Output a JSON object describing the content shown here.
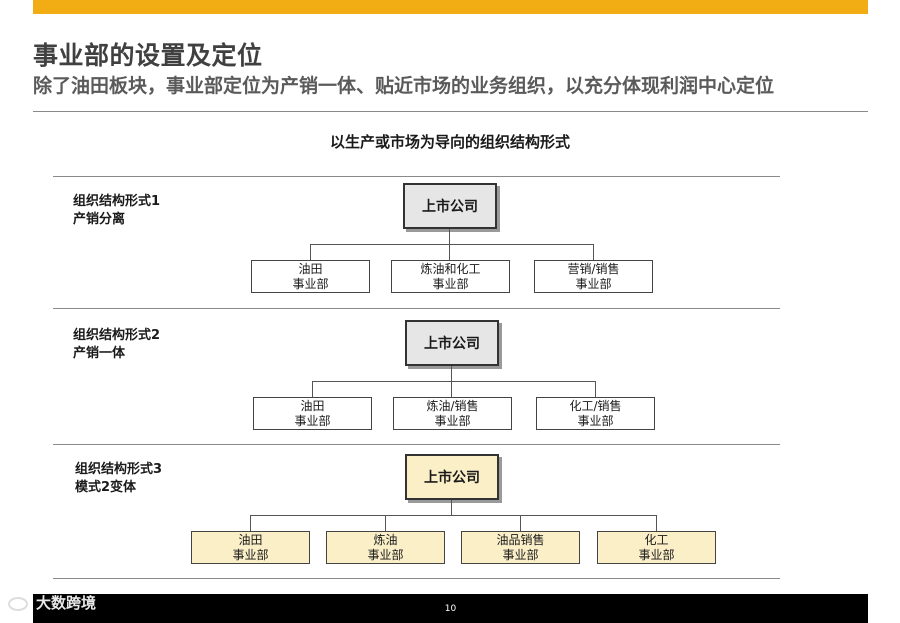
{
  "header": {
    "title": "事业部的设置及定位",
    "subtitle": "除了油田板块，事业部定位为产销一体、贴近市场的业务组织，以充分体现利润中心定位"
  },
  "diagram": {
    "title": "以生产或市场为导向的组织结构形式",
    "sections": [
      {
        "label_line1": "组织结构形式1",
        "label_line2": "产销分离",
        "parent": "上市公司",
        "children": [
          {
            "line1": "油田",
            "line2": "事业部"
          },
          {
            "line1": "炼油和化工",
            "line2": "事业部"
          },
          {
            "line1": "营销/销售",
            "line2": "事业部"
          }
        ]
      },
      {
        "label_line1": "组织结构形式2",
        "label_line2": "产销一体",
        "parent": "上市公司",
        "children": [
          {
            "line1": "油田",
            "line2": "事业部"
          },
          {
            "line1": "炼油/销售",
            "line2": "事业部"
          },
          {
            "line1": "化工/销售",
            "line2": "事业部"
          }
        ]
      },
      {
        "label_line1": "组织结构形式3",
        "label_line2": "模式2变体",
        "parent": "上市公司",
        "children": [
          {
            "line1": "油田",
            "line2": "事业部"
          },
          {
            "line1": "炼油",
            "line2": "事业部"
          },
          {
            "line1": "油品销售",
            "line2": "事业部"
          },
          {
            "line1": "化工",
            "line2": "事业部"
          }
        ]
      }
    ]
  },
  "footer": {
    "page_number": "10",
    "watermark": "大数跨境"
  },
  "colors": {
    "accent_bar": "#f3ad14",
    "highlight_fill": "#fbefc8",
    "parent_fill": "#e6e6e6",
    "footer_bg": "#000000"
  }
}
